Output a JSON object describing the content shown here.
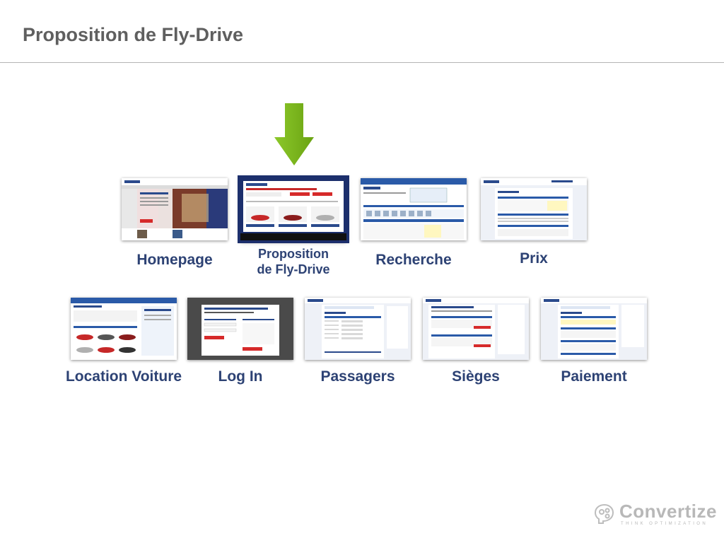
{
  "slide": {
    "title": "Proposition de Fly-Drive"
  },
  "steps": [
    {
      "label": "Homepage"
    },
    {
      "label_line1": "Proposition",
      "label_line2": "de Fly-Drive",
      "selected": true
    },
    {
      "label": "Recherche"
    },
    {
      "label": "Prix"
    },
    {
      "label": "Location Voiture"
    },
    {
      "label": "Log In"
    },
    {
      "label": "Passagers"
    },
    {
      "label": "Sièges"
    },
    {
      "label": "Paiement"
    }
  ],
  "brand": {
    "name": "Convertize",
    "tagline": "THINK OPTIMIZATION"
  },
  "colors": {
    "accent": "#1c2f6c",
    "arrow": "#7dbb19",
    "title": "#5f5f5f"
  }
}
